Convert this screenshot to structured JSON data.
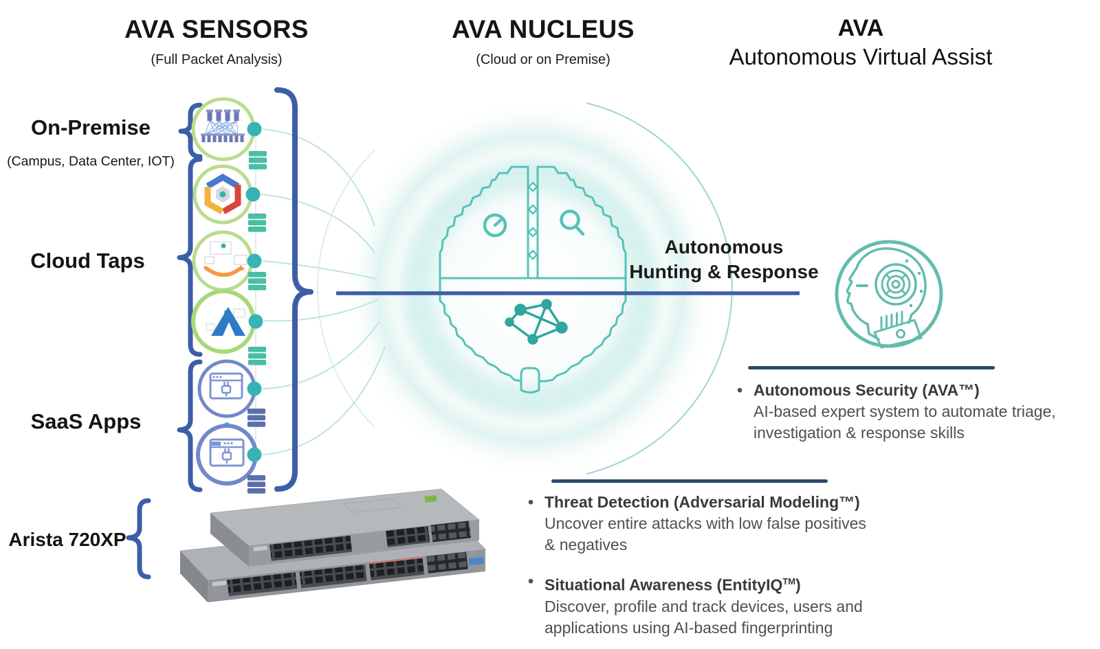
{
  "headers": {
    "sensors": {
      "title": "AVA SENSORS",
      "subtitle": "(Full Packet Analysis)"
    },
    "nucleus": {
      "title": "AVA NUCLEUS",
      "subtitle": "(Cloud or on Premise)"
    },
    "assist": {
      "title": "AVA",
      "subtitle": "Autonomous Virtual Assist"
    }
  },
  "sensor_labels": {
    "on_premise": {
      "label": "On-Premise",
      "sublabel": "(Campus, Data Center, IOT)"
    },
    "cloud_taps": {
      "label": "Cloud Taps"
    },
    "saas_apps": {
      "label": "SaaS Apps"
    },
    "arista": {
      "label": "Arista 720XP"
    }
  },
  "flow": {
    "line1": "Autonomous",
    "line2": "Hunting & Response"
  },
  "bullet_char": "•",
  "features": [
    {
      "title": "Autonomous Security (AVA™)",
      "lines": [
        "AI-based expert system to automate triage,",
        "investigation & response skills"
      ]
    },
    {
      "title": "Threat Detection (Adversarial Modeling™)",
      "lines": [
        "Uncover entire attacks with low false positives",
        "& negatives"
      ]
    },
    {
      "title_pre": "Situational Awareness (EntityIQ",
      "title_tm": "TM",
      "title_post": ")",
      "lines": [
        "Discover, profile and track devices, users and",
        "applications using AI-based fingerprinting"
      ]
    }
  ],
  "icons": {
    "sensor_circles": [
      "datacenter-network",
      "google-cloud",
      "aws",
      "azure",
      "saas-app",
      "saas-app"
    ],
    "collector": "database",
    "nucleus": "brain",
    "nucleus_inner": [
      "clock",
      "magnifier",
      "network-graph"
    ],
    "assist": "robot-head",
    "hardware": "arista-720xp-switch-pair"
  },
  "colors": {
    "bracket_blue": "#3c5ea9",
    "line_blue": "#3e5fa7",
    "divider_navy": "#2d4a6e",
    "teal": "#56c2ba",
    "teal_dark": "#2fa69e",
    "teal_dot": "#36b3b3",
    "green_ring": "#b9dc8e",
    "indigo_ring": "#7289c8",
    "db_teal": "#45c1a4",
    "db_indigo": "#5a6fae"
  }
}
